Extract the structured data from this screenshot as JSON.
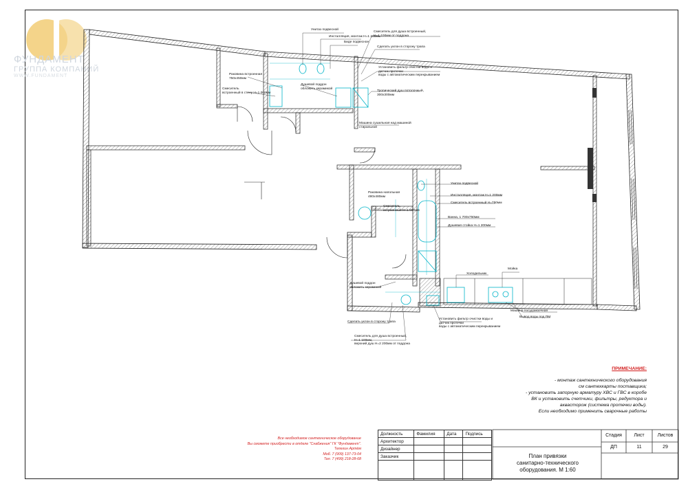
{
  "logo": {
    "company": "ФУНДАМЕНТ",
    "group": "ГРУППА КОМПАНИЙ",
    "url": "WWW.FUNDAMENT"
  },
  "labels": {
    "wc_top": "Унитаз подвесной",
    "install_top": "Инсталляция, монтаж Н=1 200мм",
    "bidet": "Биде подвесное",
    "shower_mixer_top": "Смеситель для душа встроенный,\nН=1 100мм от поддона",
    "slope_top": "Сделать уклон в сторону трапа",
    "filter_top": "Установить фильтр очистки воды и\nдатчик протечки\nводы с автоматическим перекрыванием",
    "sink_builtin": "Раковина встроенная\n750х450мм",
    "mixer_wall": "Смеситель\nвстроенный в стену Н=1 000мм",
    "tray_top": "Душевой поддон\nобложить керамикой",
    "ceiling_shower_top": "Тропический душ потолочный,\n300х300мм",
    "dryer": "Машина сушильная над машиной\nстиральной",
    "wc_mid": "Унитаз подвесной",
    "install_mid": "Инсталляция, монтаж Н=1 200мм",
    "sink_floor": "Раковина напольная\n480х480мм",
    "mixer_1000": "Смеситель\nвстроенный Н=1 000мм",
    "mixer_750": "Смеситель встроенный Н=750мм",
    "bath": "Ванна, 1 700х750мм",
    "shower_rack": "Душевая стойка Н=1 200мм",
    "fridge": "Холодильник",
    "kitchen_sink": "Мойка",
    "dishwasher": "Машина посудомоечная",
    "pmm_outlet": "Вывод воды под ПМ",
    "tray_bottom": "Душевой поддон\nобложить керамикой",
    "filter_bottom": "Установить фильтр очистки воды и\nдатчик протечки\nводы с автоматическим перекрыванием",
    "slope_bottom": "Сделать уклон в сторону трапа",
    "shower_mixer_bottom": "Смеситель для душа встроенный,\nН=1 100мм,\nверхний душ Н=2 200мм от поддона"
  },
  "notes": {
    "title": "ПРИМЕЧАНИЕ:",
    "body": "- монтаж сантехнического оборудования\nсм сантехкарты поставщика;\n- установить запорную арматуру ХВС и ГВС в коробе\nВК и установить счетчики, фильтры, редуктора и\nаквасторож (система протечки воды).\nЕсли необходимо применить сварочные работы"
  },
  "red_note": "Все необходимое сантехническое оборудование\nВы сможете приобрести в отделе \"Снабжения\" ГК \"Фундамент\".\nТелегин Артём\nМоб. 7 (909) 137-73-04\nТел. 7 (499) 218-28-68",
  "stamp": {
    "head": [
      "Должность",
      "Фамилия",
      "Дата",
      "Подпись"
    ],
    "roles": [
      "Архитектор",
      "Дизайнер",
      "Заказчик"
    ]
  },
  "title_block": {
    "stage_h": "Стадия",
    "sheet_h": "Лист",
    "sheets_h": "Листов",
    "stage": "ДП",
    "sheet": "11",
    "sheets": "29",
    "title": "План привязки\nсанитарно-технического\nоборудования.  М 1:60"
  },
  "colors": {
    "fixture": "#00b4c8",
    "note_red": "#d21d1d"
  }
}
